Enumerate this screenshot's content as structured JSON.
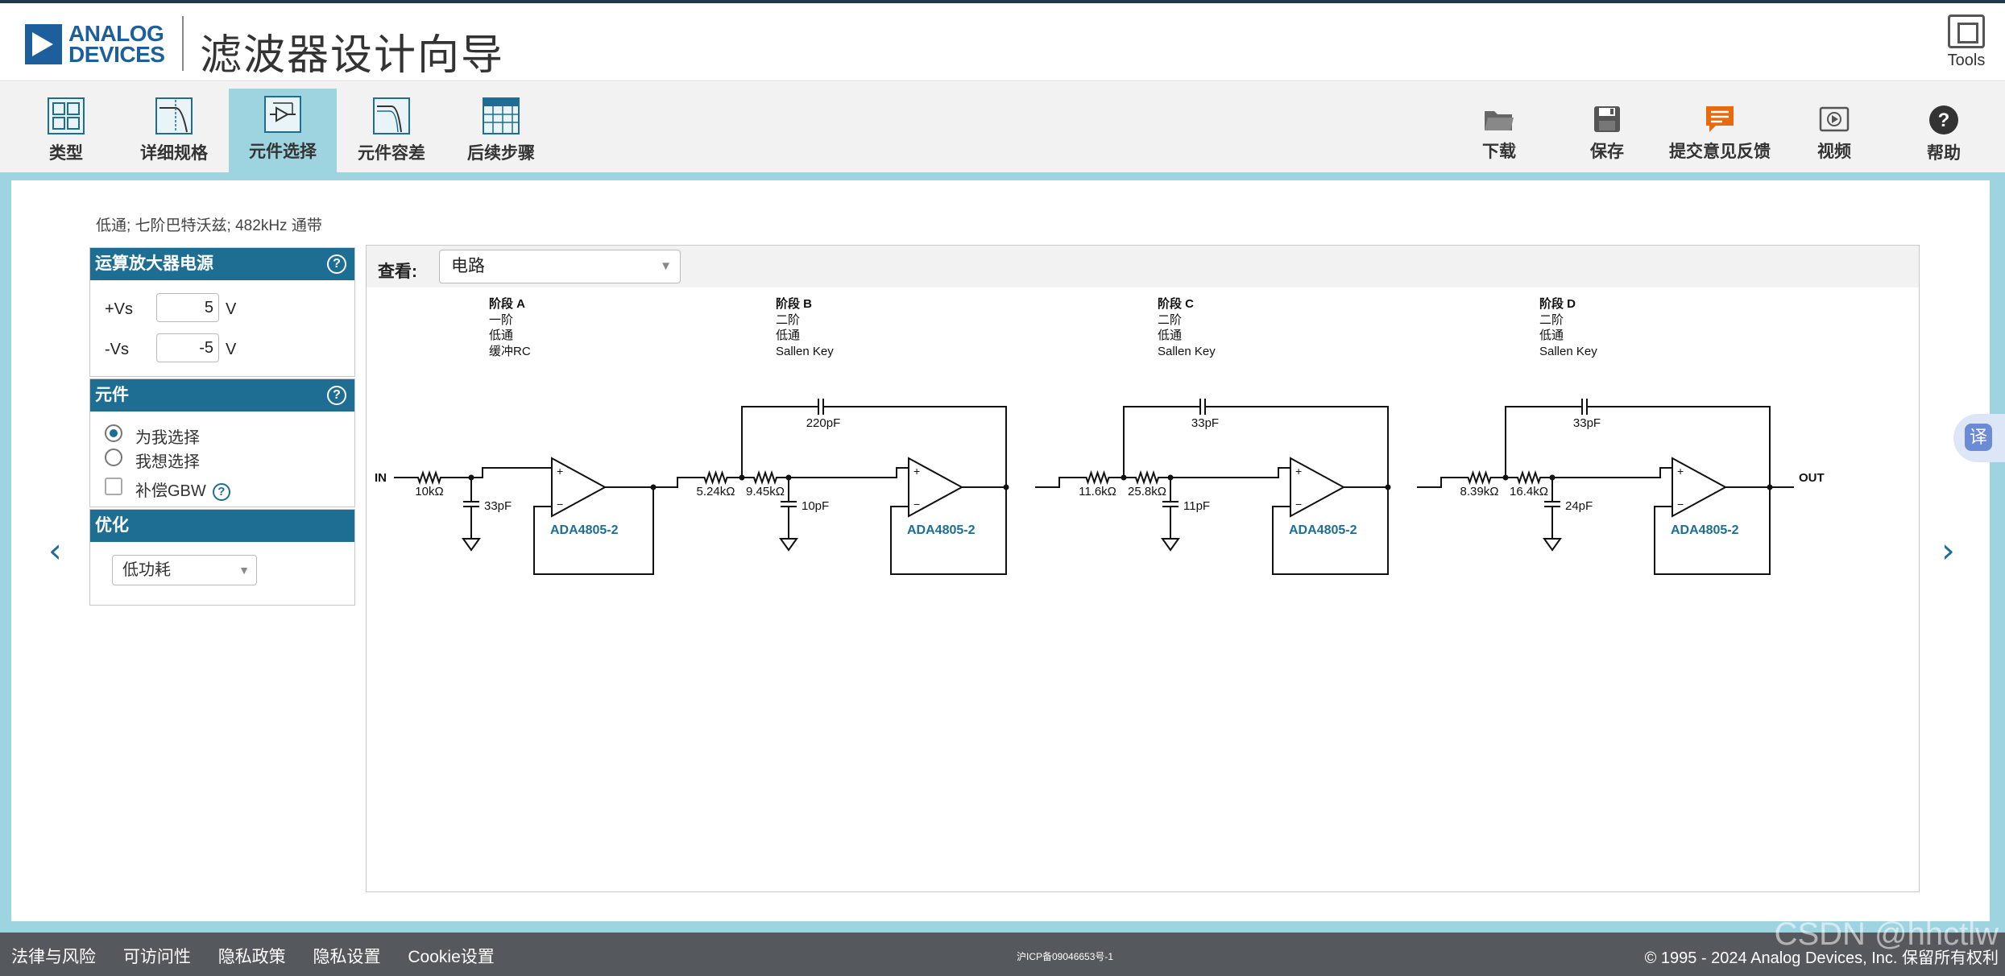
{
  "header": {
    "brand_line1": "ANALOG",
    "brand_line2": "DEVICES",
    "title": "滤波器设计向导",
    "tools_label": "Tools"
  },
  "toolbar": {
    "tabs": [
      {
        "label": "类型",
        "icon": "filter-type-icon"
      },
      {
        "label": "详细规格",
        "icon": "specs-icon"
      },
      {
        "label": "元件选择",
        "icon": "component-select-icon",
        "active": true
      },
      {
        "label": "元件容差",
        "icon": "tolerance-icon"
      },
      {
        "label": "后续步骤",
        "icon": "next-steps-icon"
      }
    ],
    "actions": [
      {
        "label": "下载",
        "icon": "folder-icon"
      },
      {
        "label": "保存",
        "icon": "save-icon"
      },
      {
        "label": "提交意见反馈",
        "icon": "feedback-icon"
      },
      {
        "label": "视频",
        "icon": "video-icon"
      },
      {
        "label": "帮助",
        "icon": "help-icon"
      }
    ]
  },
  "summary": "低通; 七阶巴特沃兹; 482kHz 通带",
  "opamp_supply": {
    "title": "运算放大器电源",
    "pos_label": "+Vs",
    "pos_value": "5",
    "neg_label": "-Vs",
    "neg_value": "-5",
    "unit": "V"
  },
  "components": {
    "title": "元件",
    "option1": "为我选择",
    "option2": "我想选择",
    "compensate": "补偿GBW"
  },
  "optimize": {
    "title": "优化",
    "value": "低功耗"
  },
  "view": {
    "label": "查看:",
    "value": "电路"
  },
  "circuit": {
    "in_label": "IN",
    "out_label": "OUT",
    "stages": [
      {
        "name": "阶段 A",
        "order": "一阶",
        "type": "低通",
        "topology": "缓冲RC",
        "r1": "10kΩ",
        "c_gnd": "33pF",
        "opamp": "ADA4805-2"
      },
      {
        "name": "阶段 B",
        "order": "二阶",
        "type": "低通",
        "topology": "Sallen Key",
        "r1": "5.24kΩ",
        "r2": "9.45kΩ",
        "c_fb": "220pF",
        "c_gnd": "10pF",
        "opamp": "ADA4805-2"
      },
      {
        "name": "阶段 C",
        "order": "二阶",
        "type": "低通",
        "topology": "Sallen Key",
        "r1": "11.6kΩ",
        "r2": "25.8kΩ",
        "c_fb": "33pF",
        "c_gnd": "11pF",
        "opamp": "ADA4805-2"
      },
      {
        "name": "阶段 D",
        "order": "二阶",
        "type": "低通",
        "topology": "Sallen Key",
        "r1": "8.39kΩ",
        "r2": "16.4kΩ",
        "c_fb": "33pF",
        "c_gnd": "24pF",
        "opamp": "ADA4805-2"
      }
    ]
  },
  "nav": {
    "prev": "‹",
    "next": "›"
  },
  "translate_label": "译",
  "footer": {
    "links": [
      "法律与风险",
      "可访问性",
      "隐私政策",
      "隐私设置",
      "Cookie设置"
    ],
    "icp": "沪ICP备09046653号-1",
    "copyright": "© 1995 - 2024 Analog Devices, Inc. 保留所有权利"
  },
  "watermark": "CSDN @hhctlw",
  "colors": {
    "accent": "#1e6e94",
    "active_tab": "#9ed3e0",
    "brand": "#1d5e9c",
    "feedback": "#e86a10",
    "opamp_label": "#1e6e94"
  }
}
